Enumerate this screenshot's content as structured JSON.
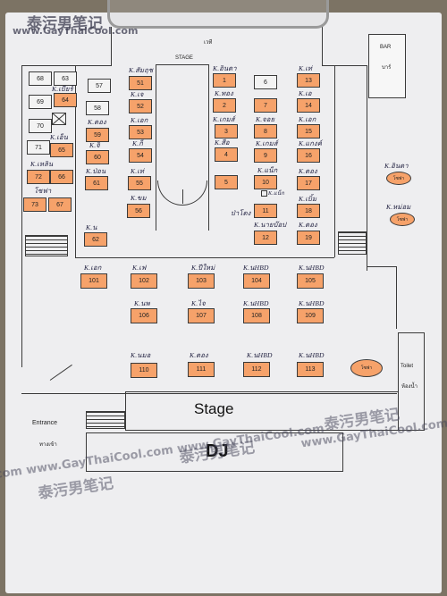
{
  "watermark": {
    "logo_text": "泰污男笔记",
    "site_text": "www.GayThaiCool.com",
    "bottom_left_text": "泰污男笔记",
    "bottom_site_text": "com www.GayThaiCool.com www.GayThaiCool.com"
  },
  "labels": {
    "stage_top_thai": "เวที",
    "stage_top": "STAGE",
    "bar": "BAR",
    "bar_thai": "บาร์",
    "toilet": "Toilet",
    "toilet_thai": "ห้องน้ำ",
    "entrance": "Entrance",
    "entrance_thai": "ทางเข้า",
    "stage_bottom": "Stage",
    "dj": "DJ"
  },
  "sofas": {
    "right_1": "โซฟา",
    "right_2": "โซฟา",
    "bottom": "โซฟา"
  },
  "tables": {
    "t1": "1",
    "t2": "2",
    "t3": "3",
    "t4": "4",
    "t5": "5",
    "t6": "6",
    "t7": "7",
    "t8": "8",
    "t9": "9",
    "t10": "10",
    "t11": "11",
    "t12": "12",
    "t13": "13",
    "t14": "14",
    "t15": "15",
    "t16": "16",
    "t17": "17",
    "t18": "18",
    "t19": "19",
    "t51": "51",
    "t52": "52",
    "t53": "53",
    "t54": "54",
    "t55": "55",
    "t56": "56",
    "t57": "57",
    "t58": "58",
    "t59": "59",
    "t60": "60",
    "t61": "61",
    "t62": "62",
    "t63": "63",
    "t64": "64",
    "t65": "65",
    "t66": "66",
    "t67": "67",
    "t68": "68",
    "t69": "69",
    "t70": "70",
    "t71": "71",
    "t72": "72",
    "t73": "73",
    "t101": "101",
    "t102": "102",
    "t103": "103",
    "t104": "104",
    "t105": "105",
    "t106": "106",
    "t107": "107",
    "t108": "108",
    "t109": "109",
    "t110": "110",
    "t111": "111",
    "t112": "112",
    "t113": "113"
  },
  "handwriting": {
    "n51": "K.สัมฤช",
    "n1": "K.อินดา",
    "n13": "K.เท่",
    "n52": "K.เจ",
    "n2": "K.ทอง",
    "n14": "K.เอ",
    "n53": "K.เอก",
    "n59": "K.ดอง",
    "n3": "K.เกมส์",
    "n8": "K.จอย",
    "n15": "K.เอก",
    "n64": "K.เบียร์",
    "n54": "K.ก็",
    "n60": "K.จิ",
    "n9": "K.เกมส์",
    "n16": "K.แกงค์",
    "n65": "K.เอ็น",
    "n72": "K.เหลิน",
    "n55": "K.เท่",
    "n61": "K.ป่อน",
    "n4": "K.สือ",
    "n10": "K.แน็ก",
    "n17": "K.ดอง",
    "n73": "โซฟา",
    "n11x": "K.แน็ก",
    "n56": "K.ขม",
    "n11": "ป่าโตง",
    "n18": "K.เบิ้ม",
    "n62": "K.น",
    "n12": "K.นายบ๊อป",
    "n19": "K.ดอง",
    "n101": "K.เอก",
    "n102": "K.เฟ",
    "n103": "K.ปีใหม่",
    "n104": "K.นHBD",
    "n105": "K.นHBD",
    "n106": "K.นพ",
    "n107": "K.ไจ",
    "n108": "K.นHBD",
    "n109": "K.นHBD",
    "n110": "K.นมอ",
    "n111": "K.ดอง",
    "n112": "K.นHBD",
    "n113": "K.นHBD",
    "sofa1": "K.อินดา",
    "sofa2": "K.หม่อม"
  }
}
